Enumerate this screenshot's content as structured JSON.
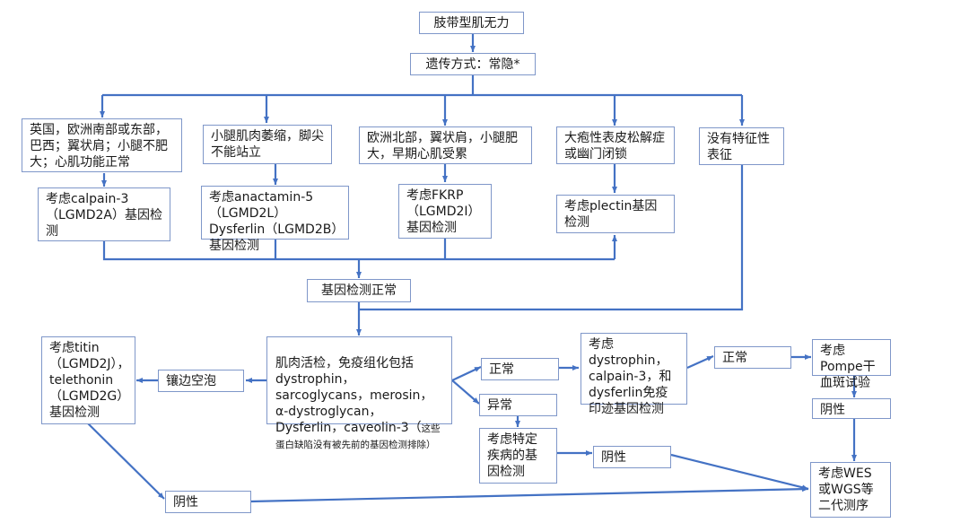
{
  "colors": {
    "line": "#4472c4",
    "border": "#7f97c9"
  },
  "nodes": {
    "root": "肢带型肌无力",
    "inheritance": "遗传方式：常隐*",
    "branch1": "英国，欧洲南部或东部，巴西；翼状肩；小腿不肥大；心肌功能正常",
    "branch2": "小腿肌肉萎缩，脚尖不能站立",
    "branch3": "欧洲北部，翼状肩，小腿肥大，早期心肌受累",
    "branch4": "大疱性表皮松解症或幽门闭锁",
    "branch5": "没有特征性表征",
    "test1": "考虑calpain-3（LGMD2A）基因检测",
    "test2": "考虑anactamin-5（LGMD2L）Dysferlin（LGMD2B）基因检测",
    "test3": "考虑FKRP（LGMD2I）基因检测",
    "test4": "考虑plectin基因检测",
    "gene_normal": "基因检测正常",
    "biopsy_main": "肌肉活检，免疫组化包括dystrophin，sarcoglycans，merosin，α-dystroglycan，Dysferlin，caveolin-3（",
    "biopsy_note": "这些蛋白缺陷没有被先前的基因检测排除）",
    "rimmed_vacuoles": "镶边空泡",
    "titin": "考虑titin（LGMD2J），telethonin（LGMD2G）基因检测",
    "negative_left": "阴性",
    "normal1": "正常",
    "abnormal": "异常",
    "specific_gene": "考虑特定疾病的基因检测",
    "negative_mid": "阴性",
    "western": "考虑dystrophin，calpain-3，和dysferlin免疫印迹基因检测",
    "normal2": "正常",
    "pompe": "考虑Pompe干血斑试验",
    "negative_right": "阴性",
    "wes": "考虑WES或WGS等二代测序"
  }
}
